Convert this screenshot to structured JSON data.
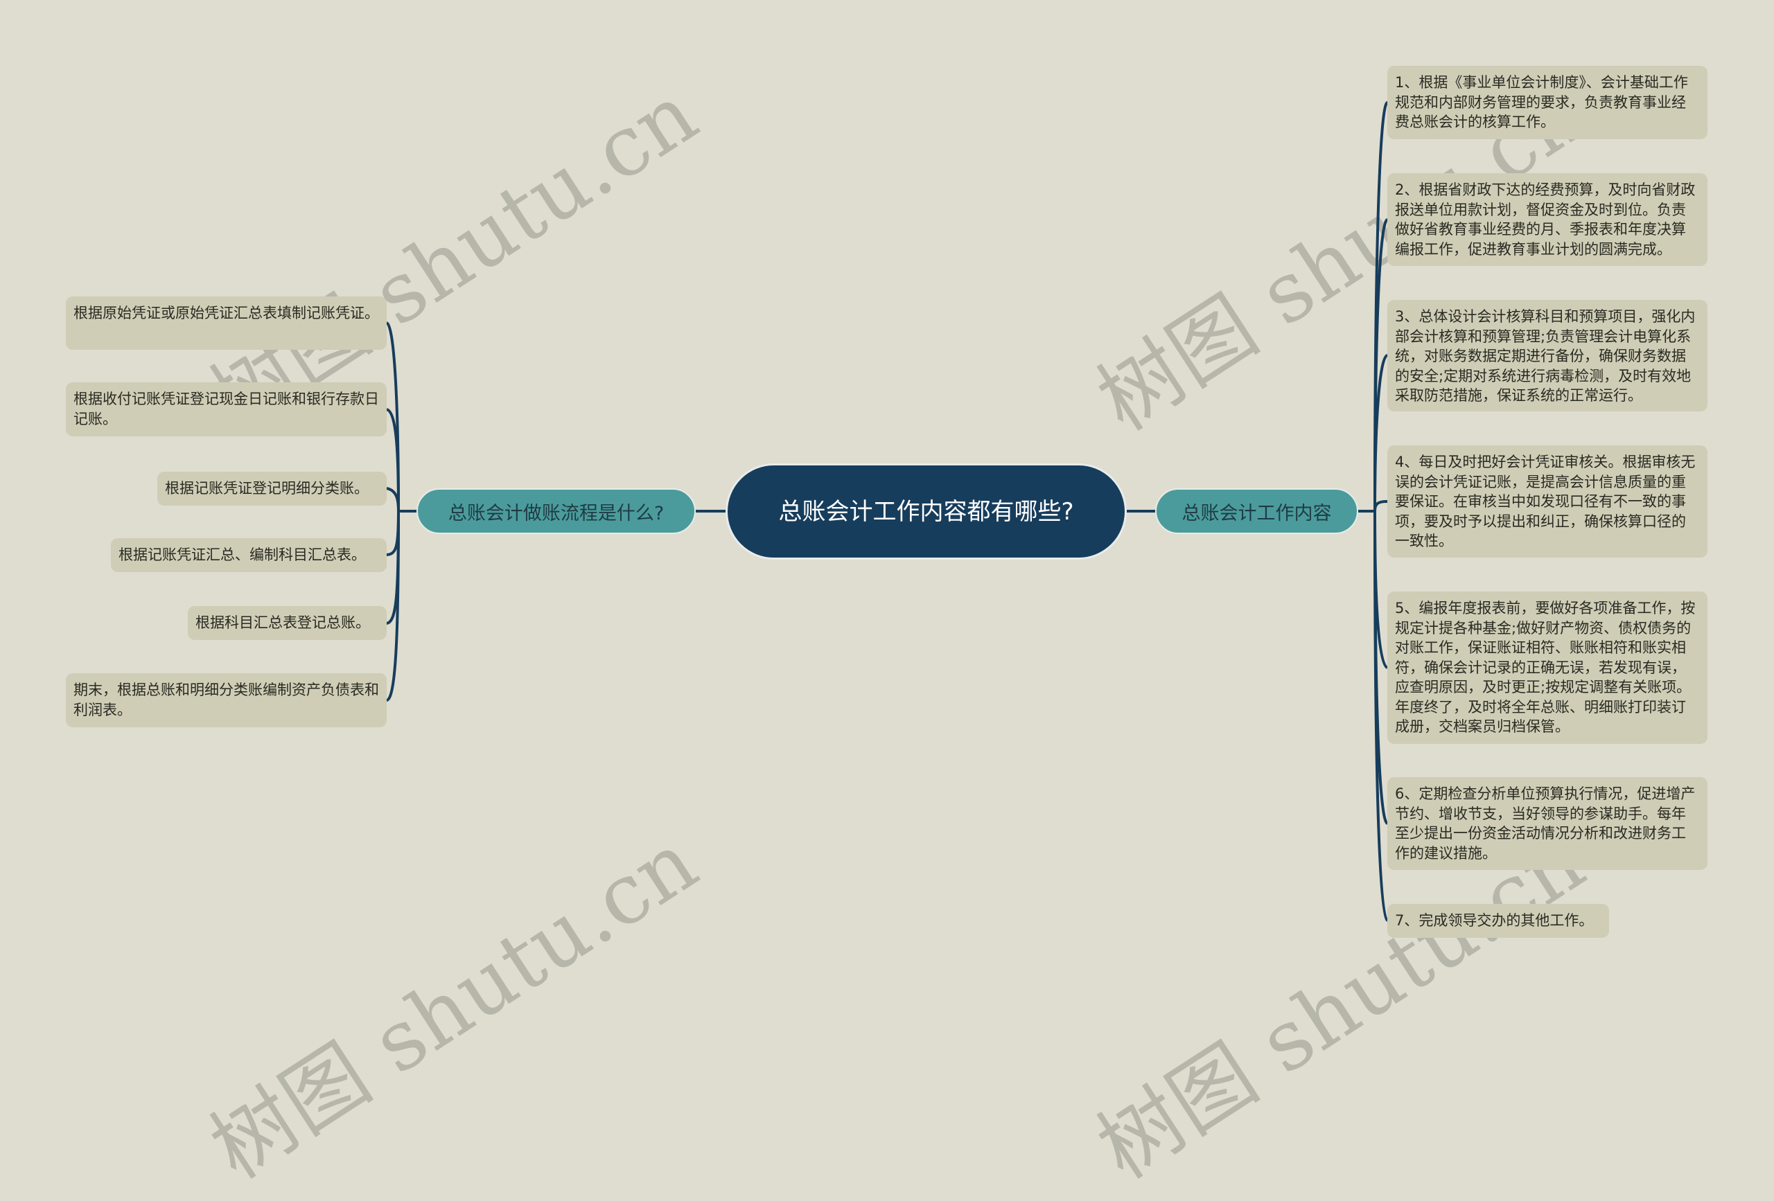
{
  "mindmap": {
    "root": {
      "label": "总账会计工作内容都有哪些?"
    },
    "left_branch": {
      "label": "总账会计做账流程是什么?",
      "children": [
        "根据原始凭证或原始凭证汇总表填制记账凭证。",
        "根据收付记账凭证登记现金日记账和银行存款日记账。",
        "根据记账凭证登记明细分类账。",
        "根据记账凭证汇总、编制科目汇总表。",
        "根据科目汇总表登记总账。",
        "期末，根据总账和明细分类账编制资产负债表和利润表。"
      ]
    },
    "right_branch": {
      "label": "总账会计工作内容",
      "children": [
        "1、根据《事业单位会计制度》、会计基础工作规范和内部财务管理的要求，负责教育事业经费总账会计的核算工作。",
        "2、根据省财政下达的经费预算，及时向省财政报送单位用款计划，督促资金及时到位。负责做好省教育事业经费的月、季报表和年度决算编报工作，促进教育事业计划的圆满完成。",
        "3、总体设计会计核算科目和预算项目，强化内部会计核算和预算管理;负责管理会计电算化系统，对账务数据定期进行备份，确保财务数据的安全;定期对系统进行病毒检测，及时有效地采取防范措施，保证系统的正常运行。",
        "4、每日及时把好会计凭证审核关。根据审核无误的会计凭证记账，是提高会计信息质量的重要保证。在审核当中如发现口径有不一致的事项，要及时予以提出和纠正，确保核算口径的一致性。",
        "5、编报年度报表前，要做好各项准备工作，按规定计提各种基金;做好财产物资、债权债务的对账工作，保证账证相符、账账相符和账实相符，确保会计记录的正确无误，若发现有误，应查明原因，及时更正;按规定调整有关账项。年度终了，及时将全年总账、明细账打印装订成册，交档案员归档保管。",
        "6、定期检查分析单位预算执行情况，促进增产节约、增收节支，当好领导的参谋助手。每年至少提出一份资金活动情况分析和改进财务工作的建议措施。",
        "7、完成领导交办的其他工作。"
      ]
    },
    "watermark": "树图 shutu.cn",
    "colors": {
      "background": "#dfddd0",
      "root_fill": "#173d5c",
      "branch_fill": "#4b9b9c",
      "leaf_fill": "#cfcdb6",
      "connector": "#173d5c"
    }
  }
}
